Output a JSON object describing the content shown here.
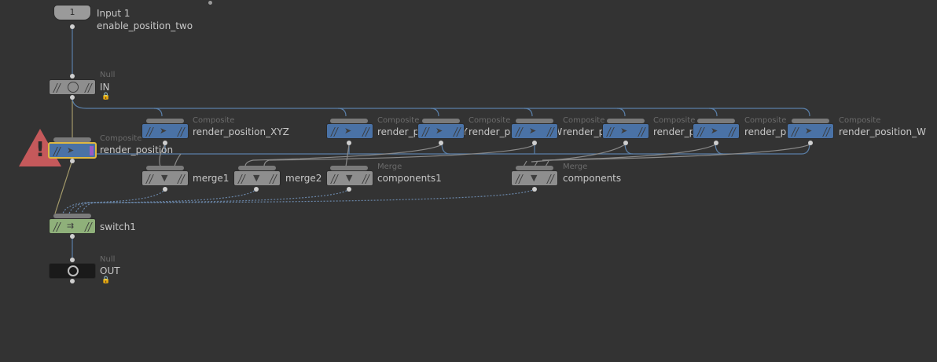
{
  "network": {
    "input_node": {
      "number": "1",
      "label": "Input 1",
      "name": "enable_position_two"
    },
    "in_null": {
      "type": "Null",
      "name": "IN"
    },
    "render_position": {
      "type": "Composite",
      "name": "render_position"
    },
    "render_position_xyz": {
      "type": "Composite",
      "name": "render_position_XYZ"
    },
    "render_position_xy": {
      "type": "Composite",
      "name": "render_position_XY"
    },
    "render_position_zw": {
      "type": "Composite",
      "name": "render_position_ZW"
    },
    "render_position_x": {
      "type": "Composite",
      "name": "render_position_X"
    },
    "render_position_y": {
      "type": "Composite",
      "name": "render_position_Y"
    },
    "render_position_z": {
      "type": "Composite",
      "name": "render_position_Z"
    },
    "render_position_w": {
      "type": "Composite",
      "name": "render_position_W"
    },
    "merge1": {
      "name": "merge1"
    },
    "merge2": {
      "name": "merge2"
    },
    "components1": {
      "type": "Merge",
      "name": "components1"
    },
    "components": {
      "type": "Merge",
      "name": "components"
    },
    "switch1": {
      "name": "switch1"
    },
    "out_null": {
      "type": "Null",
      "name": "OUT"
    }
  },
  "colors": {
    "background": "#333333",
    "composite_node": "#4a72a6",
    "merge_node": "#8e8e8e",
    "switch_node": "#8fb07a",
    "out_node": "#1a1a1a",
    "warning": "#c5595b",
    "selection": "#e0b840",
    "wire": "#5a7fa8"
  },
  "icons": {
    "warning": "warning-triangle-icon",
    "lock": "lock-icon",
    "null": "circle-icon",
    "composite": "composite-icon",
    "merge": "funnel-icon",
    "switch": "switch-icon"
  }
}
